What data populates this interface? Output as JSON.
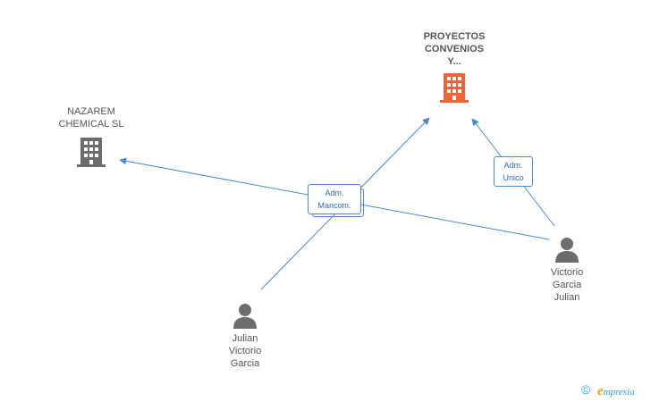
{
  "companies": [
    {
      "id": "nazarem",
      "label": "NAZAREM\nCHEMICAL SL",
      "color": "#6d6d6d"
    },
    {
      "id": "proyectos",
      "label": "PROYECTOS\nCONVENIOS\nY...",
      "color": "#f0643a"
    }
  ],
  "persons": [
    {
      "id": "julian",
      "label": "Julian\nVictorio\nGarcia",
      "color": "#6d6d6d"
    },
    {
      "id": "victorio",
      "label": "Victorio\nGarcia\nJulian",
      "color": "#6d6d6d"
    }
  ],
  "roles": [
    {
      "id": "adm-mancom",
      "line1": "Adm.",
      "line2": "Mancom."
    },
    {
      "id": "adm-unico",
      "line1": "Adm.",
      "line2": "Unico"
    }
  ],
  "relations": [
    {
      "from": "julian",
      "to": "proyectos",
      "role": "adm-mancom"
    },
    {
      "from": "victorio",
      "to": "nazarem",
      "role": "adm-mancom"
    },
    {
      "from": "victorio",
      "to": "proyectos",
      "role": "adm-unico"
    }
  ],
  "footer": {
    "copyright_symbol": "©",
    "brand_initial": "e",
    "brand_rest": "mpresia"
  },
  "colors": {
    "edge": "#4a86d3",
    "accent": "#f0643a",
    "node": "#6d6d6d"
  }
}
